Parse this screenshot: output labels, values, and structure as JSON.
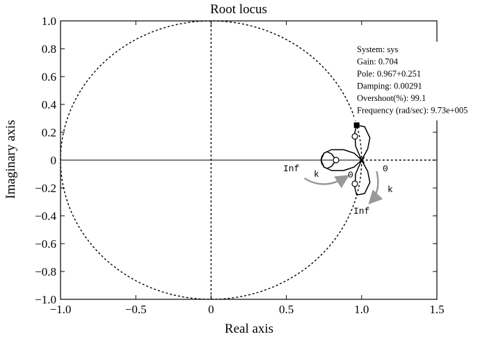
{
  "chart_data": {
    "type": "line",
    "title": "Root locus",
    "xlabel": "Real axis",
    "ylabel": "Imaginary axis",
    "xlim": [
      -1.0,
      1.5
    ],
    "ylim": [
      -1.0,
      1.0
    ],
    "xticks": [
      -1.0,
      -0.5,
      0,
      0.5,
      1.0,
      1.5
    ],
    "xtick_labels": [
      "−1.0",
      "−0.5",
      "0",
      "0.5",
      "1.0",
      "1.5"
    ],
    "yticks": [
      1.0,
      0.8,
      0.6,
      0.4,
      0.2,
      0,
      -0.2,
      -0.4,
      -0.6,
      -0.8,
      -1.0
    ],
    "ytick_labels": [
      "1.0",
      "0.8",
      "0.6",
      "0.4",
      "0.2",
      "0",
      "−0.2",
      "−0.4",
      "−0.6",
      "−0.8",
      "−1.0"
    ],
    "grid": false,
    "unit_circle": {
      "radius": 1.0,
      "style": "dashed"
    },
    "axis_lines": {
      "real_axis": "solid",
      "imaginary_axis": "dashed"
    },
    "series": [
      {
        "kind": "locus",
        "points": [
          [
            0.83,
            0
          ],
          [
            0.8,
            0.045
          ],
          [
            0.77,
            0.06
          ],
          [
            0.75,
            0.05
          ],
          [
            0.735,
            0.025
          ],
          [
            0.73,
            0
          ],
          [
            0.735,
            -0.025
          ],
          [
            0.75,
            -0.05
          ],
          [
            0.77,
            -0.06
          ],
          [
            0.8,
            -0.045
          ],
          [
            0.83,
            0
          ]
        ]
      },
      {
        "kind": "locus",
        "points": [
          [
            1.0,
            0
          ],
          [
            0.95,
            0.05
          ],
          [
            0.88,
            0.075
          ],
          [
            0.8,
            0.075
          ],
          [
            0.75,
            0.05
          ],
          [
            0.73,
            0.0
          ],
          [
            0.75,
            -0.05
          ],
          [
            0.8,
            -0.075
          ],
          [
            0.88,
            -0.075
          ],
          [
            0.95,
            -0.05
          ],
          [
            1.0,
            0
          ]
        ]
      },
      {
        "kind": "locus",
        "points": [
          [
            1.0,
            0
          ],
          [
            0.96,
            0.1
          ],
          [
            0.955,
            0.2
          ],
          [
            0.967,
            0.251
          ],
          [
            1.02,
            0.24
          ],
          [
            1.055,
            0.16
          ],
          [
            1.04,
            0.08
          ],
          [
            1.0,
            0
          ]
        ]
      },
      {
        "kind": "locus",
        "points": [
          [
            1.0,
            0
          ],
          [
            0.96,
            -0.1
          ],
          [
            0.955,
            -0.2
          ],
          [
            0.967,
            -0.251
          ],
          [
            1.02,
            -0.24
          ],
          [
            1.055,
            -0.16
          ],
          [
            1.04,
            -0.08
          ],
          [
            1.0,
            0
          ]
        ]
      }
    ],
    "real_axis_locus": {
      "from": 1.0,
      "to": 1.5,
      "style": "dashed"
    },
    "zeros": [
      [
        0.955,
        0.17
      ],
      [
        0.955,
        -0.17
      ],
      [
        0.83,
        0
      ]
    ],
    "poles": [
      [
        1.0,
        0
      ]
    ],
    "selected_point": [
      0.967,
      0.251
    ],
    "arrows": [
      {
        "from": [
          0.62,
          -0.13
        ],
        "to": [
          0.9,
          -0.12
        ],
        "label": "k",
        "start_label": "Inf",
        "end_label": "0"
      },
      {
        "from": [
          1.1,
          -0.08
        ],
        "to": [
          1.06,
          -0.3
        ],
        "label": "k",
        "start_label": "0",
        "end_label": "Inf"
      }
    ],
    "annotations": {
      "arrow1_inf": "Inf",
      "arrow1_k": "k",
      "arrow1_zero": "0",
      "arrow2_zero": "0",
      "arrow2_k": "k",
      "arrow2_inf": "Inf"
    },
    "datatip": {
      "lines": [
        "System: sys",
        "Gain: 0.704",
        "Pole: 0.967+0.251",
        "Damping: 0.00291",
        "Overshoot(%): 99.1",
        "Frequency (rad/sec): 9.73e+005"
      ]
    }
  }
}
